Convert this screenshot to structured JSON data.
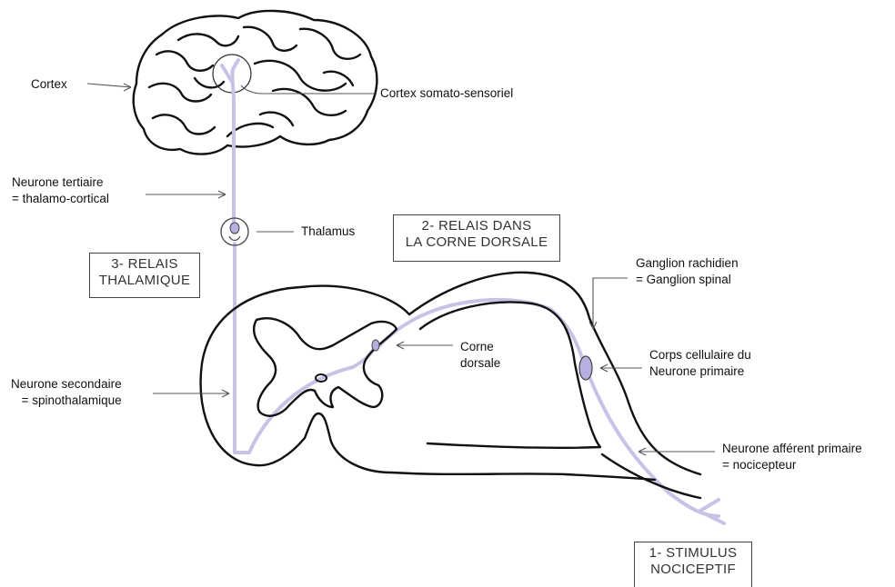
{
  "labels": {
    "cortex": "Cortex",
    "cortex_somato": "Cortex somato-sensoriel",
    "neurone_tertiaire_1": "Neurone tertiaire",
    "neurone_tertiaire_2": "= thalamo-cortical",
    "thalamus": "Thalamus",
    "ganglion_1": "Ganglion rachidien",
    "ganglion_2": "= Ganglion spinal",
    "corne_1": "Corne",
    "corne_2": "dorsale",
    "corps_1": "Corps cellulaire du",
    "corps_2": "Neurone primaire",
    "secondaire_1": "Neurone secondaire",
    "secondaire_2": "= spinothalamique",
    "afferent_1": "Neurone afférent primaire",
    "afferent_2": "= nocicepteur"
  },
  "stages": {
    "relais_thalamique_1": "3- RELAIS",
    "relais_thalamique_2": "THALAMIQUE",
    "relais_corne_1": "2- RELAIS DANS",
    "relais_corne_2": "LA CORNE DORSALE",
    "stimulus_1": "1- STIMULUS",
    "stimulus_2": "NOCICEPTIF"
  },
  "colors": {
    "pathway": "#c9c2e6",
    "outline": "#111111",
    "pointer": "#555555"
  }
}
